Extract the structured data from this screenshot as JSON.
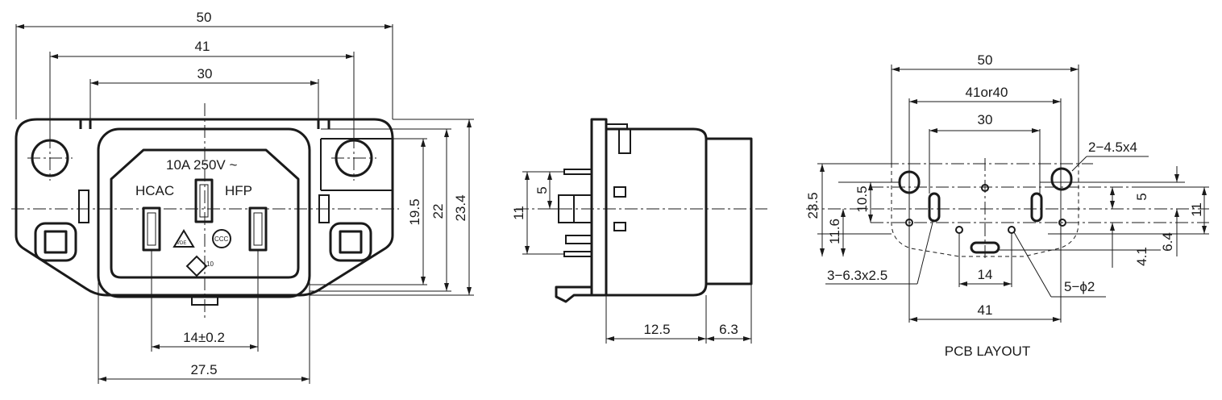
{
  "front_view": {
    "dim_width_total": "50",
    "dim_hole_spacing": "41",
    "dim_body_width": "30",
    "dim_h_19_5": "19.5",
    "dim_h_22": "22",
    "dim_h_23_4": "23.4",
    "dim_pin_spacing": "14±0.2",
    "dim_bottom_width": "27.5",
    "rating": "10A 250V ~",
    "brand_left": "HCAC",
    "brand_right": "HFP",
    "mark_vde": "VDE",
    "mark_ccc": "CCC",
    "mark_enec": "10"
  },
  "side_view": {
    "dim_11": "11",
    "dim_5": "5",
    "dim_12_5": "12.5",
    "dim_6_3": "6.3"
  },
  "pcb_layout": {
    "title": "PCB LAYOUT",
    "dim_50": "50",
    "dim_41or40": "41or40",
    "dim_30": "30",
    "slot_mount": "2−4.5x4",
    "dim_23_5": "23.5",
    "dim_10_5": "10.5",
    "dim_11_6": "11.6",
    "dim_5": "5",
    "dim_11": "11",
    "dim_4_1": "4.1",
    "dim_6_4": "6.4",
    "slot_pins": "3−6.3x2.5",
    "dim_14": "14",
    "holes": "5−ϕ2",
    "dim_41": "41"
  }
}
